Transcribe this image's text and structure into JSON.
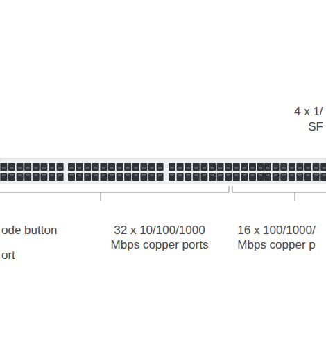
{
  "diagram": {
    "labels": [
      "4 x 1/",
      "SF",
      "ode button",
      "ort",
      "32 x 10/100/1000 Mbps copper ports",
      "16 x 100/1000/ Mbps copper p"
    ]
  }
}
